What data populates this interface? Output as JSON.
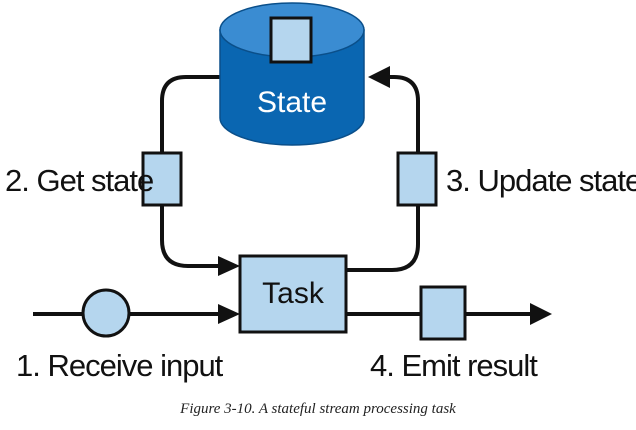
{
  "diagram": {
    "state_label": "State",
    "task_label": "Task",
    "steps": {
      "get_state": "2. Get state",
      "update_state": "3. Update state",
      "receive_input": "1. Receive input",
      "emit_result": "4. Emit result"
    }
  },
  "caption": "Figure 3-10. A stateful stream processing task",
  "colors": {
    "state_dark": "#0a66b1",
    "state_top": "#3a8cd2",
    "box_fill": "#b5d6ee",
    "stroke": "#111111"
  }
}
